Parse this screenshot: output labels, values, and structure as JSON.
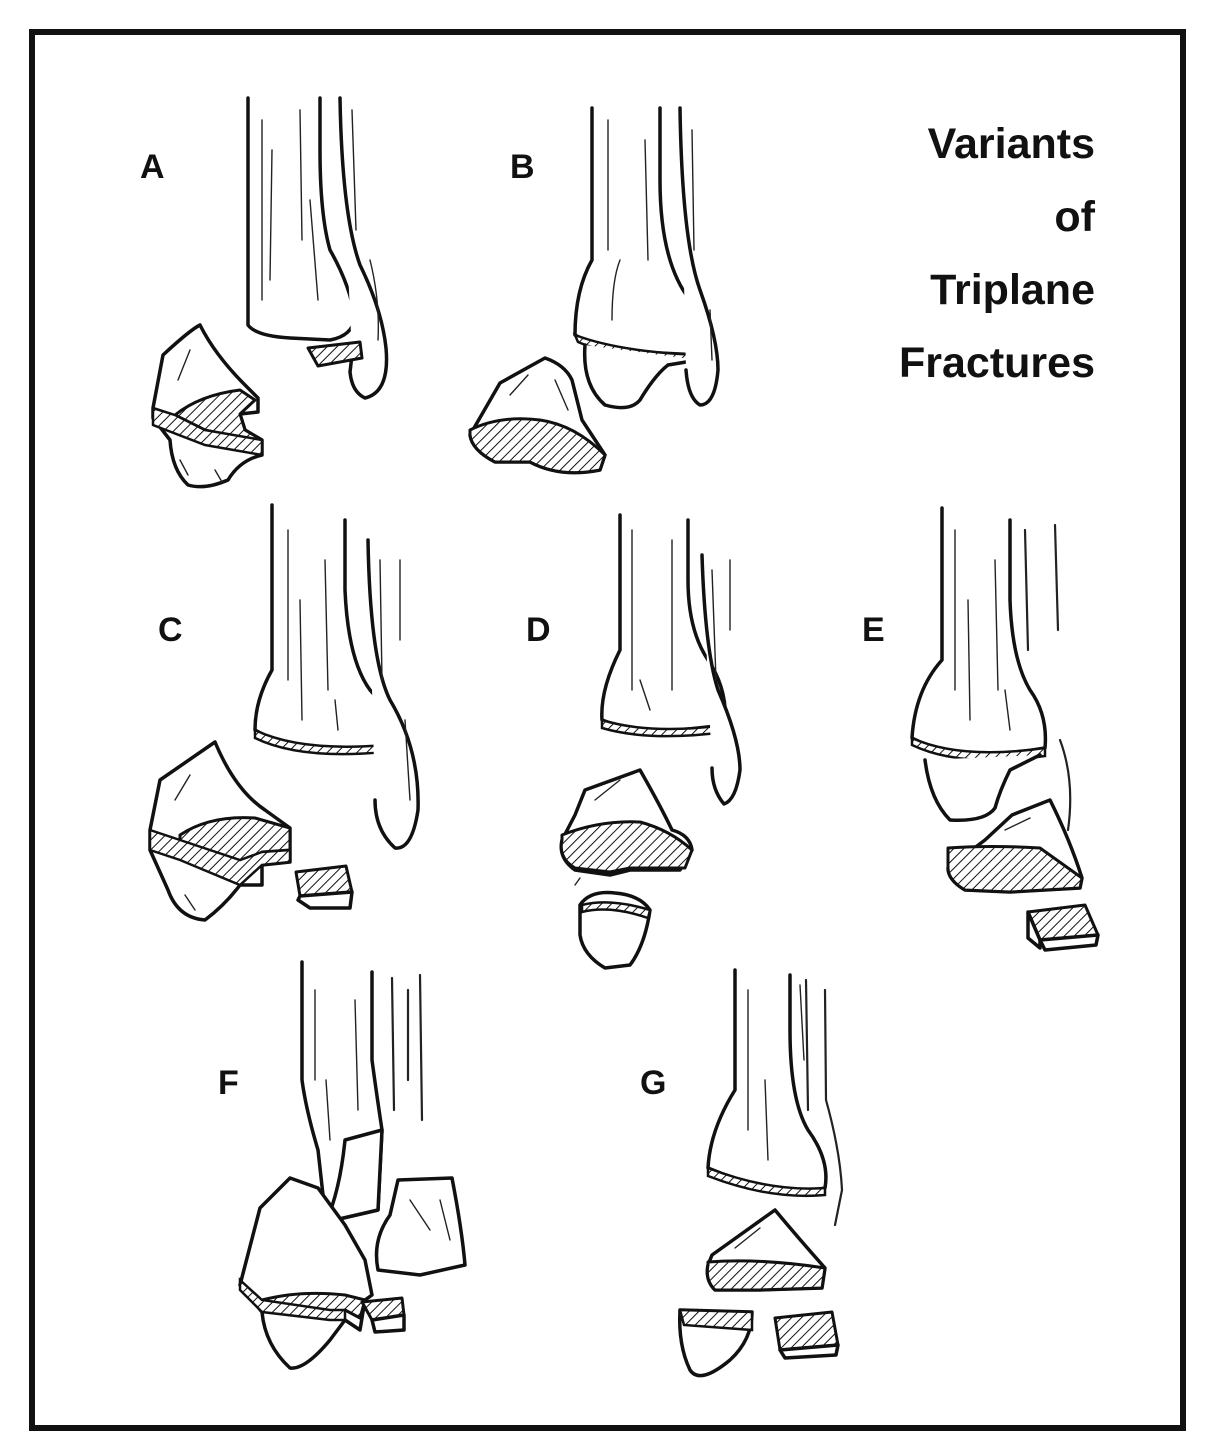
{
  "title": {
    "lines": [
      "Variants",
      "of",
      "Triplane",
      "Fractures"
    ]
  },
  "labels": {
    "a": "A",
    "b": "B",
    "c": "C",
    "d": "D",
    "e": "E",
    "f": "F",
    "g": "G"
  },
  "colors": {
    "ink": "#111111",
    "paper": "#ffffff"
  }
}
